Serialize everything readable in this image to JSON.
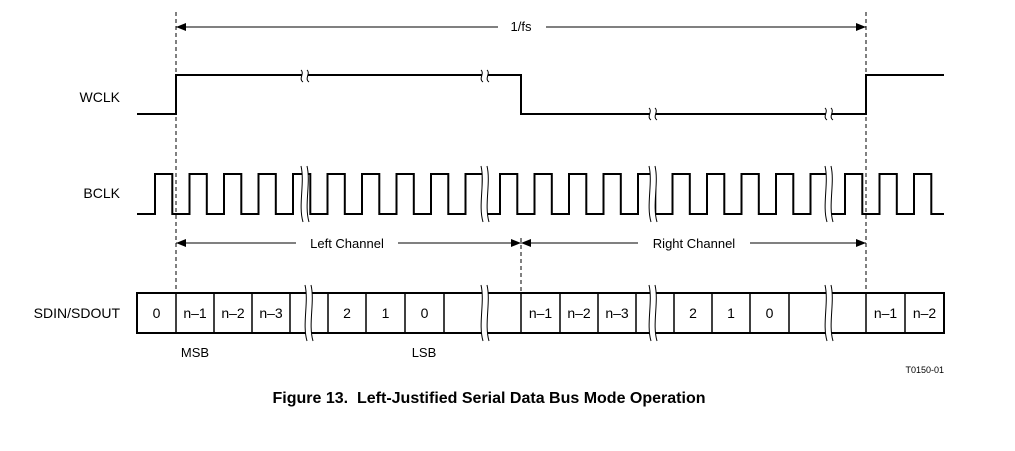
{
  "period_label": "1/fs",
  "signals": {
    "wclk": "WCLK",
    "bclk": "BCLK",
    "sdin": "SDIN/SDOUT"
  },
  "channels": {
    "left": "Left Channel",
    "right": "Right Channel"
  },
  "sdin_cells": [
    "0",
    "n–1",
    "n–2",
    "n–3",
    "",
    "2",
    "1",
    "0",
    "",
    "n–1",
    "n–2",
    "n–3",
    "",
    "2",
    "1",
    "0",
    "",
    "n–1",
    "n–2"
  ],
  "msb_label": "MSB",
  "lsb_label": "LSB",
  "figure_id": "T0150-01",
  "caption": "Figure 13.  Left-Justified Serial Data Bus Mode Operation"
}
